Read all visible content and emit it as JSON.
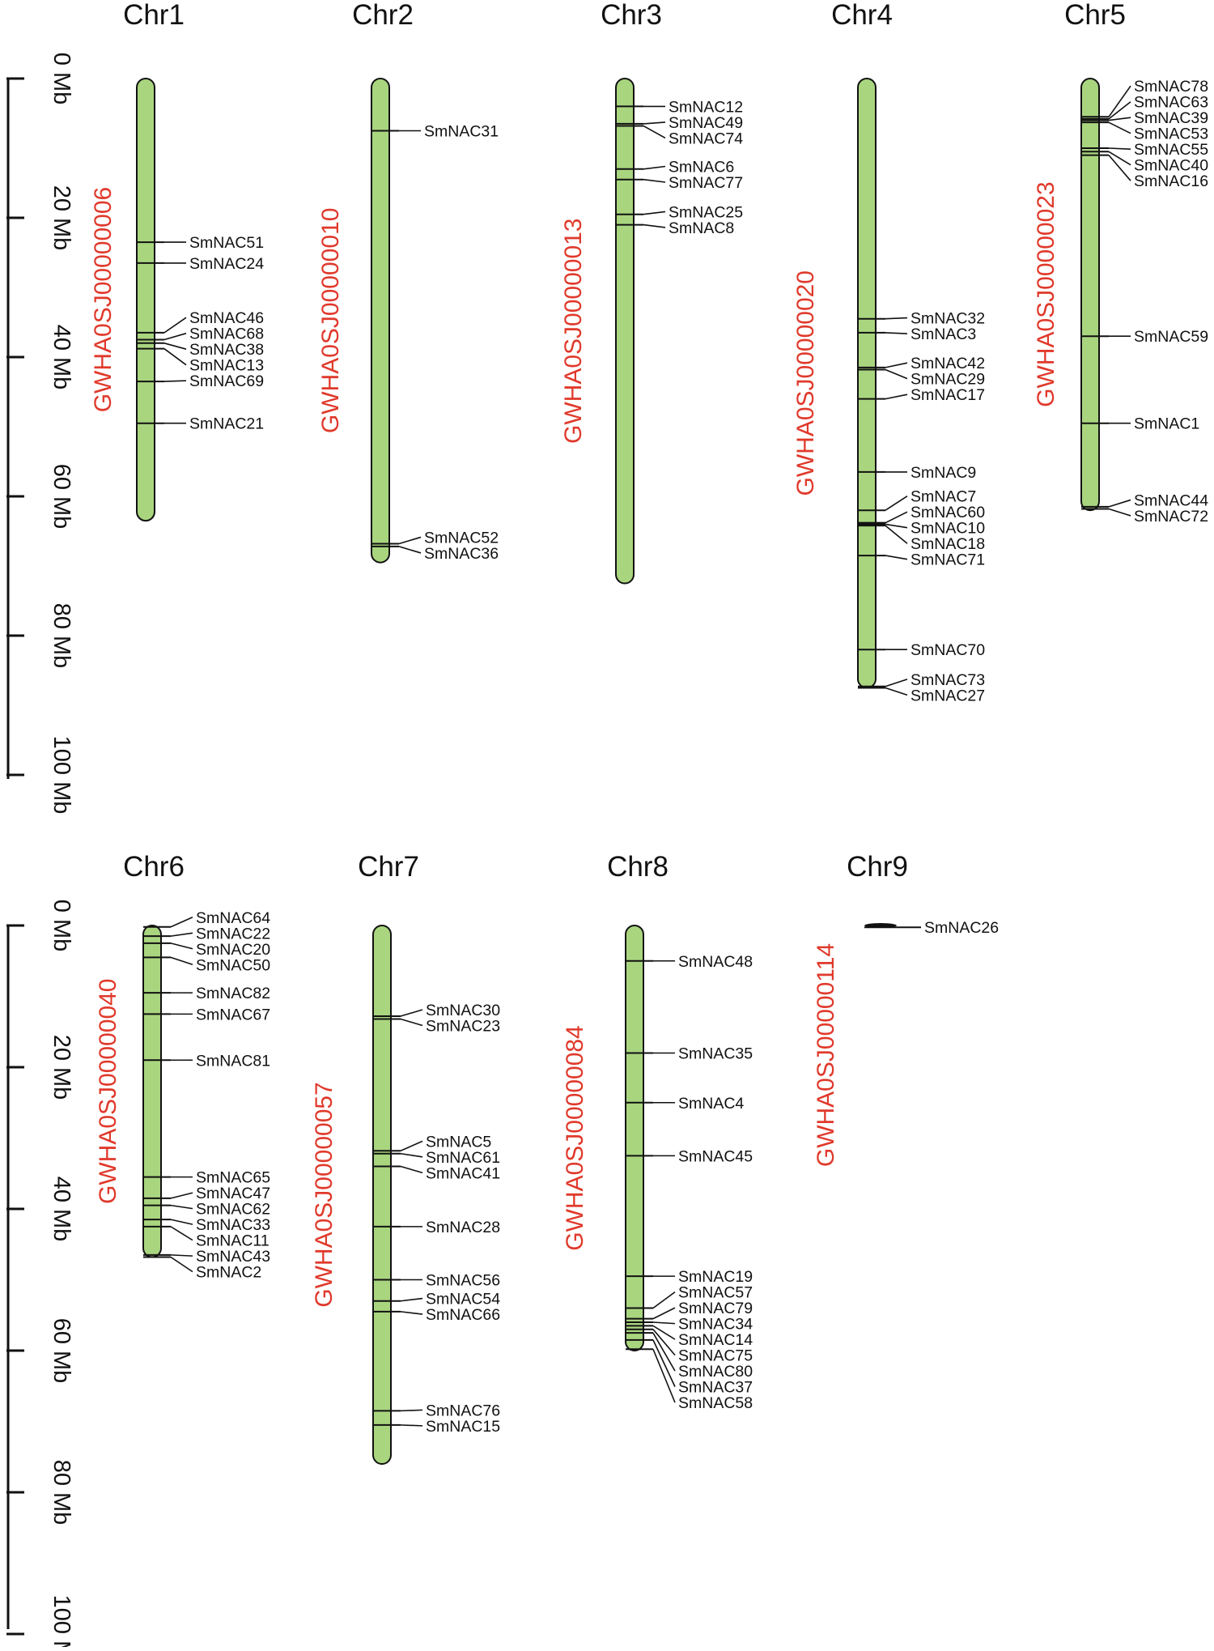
{
  "colors": {
    "chromosome_fill": "#a9d57f",
    "outline": "#111111",
    "scaffold_label": "#e0392b",
    "text": "#111111"
  },
  "scale": {
    "unit": "Mb",
    "ticks": [
      {
        "value": 0,
        "label": "0 Mb"
      },
      {
        "value": 20,
        "label": "20 Mb"
      },
      {
        "value": 40,
        "label": "40 Mb"
      },
      {
        "value": 60,
        "label": "60 Mb"
      },
      {
        "value": 80,
        "label": "80 Mb"
      },
      {
        "value": 100,
        "label": "100 Mb"
      }
    ]
  },
  "chromosomes": [
    {
      "name": "Chr1",
      "scaffold": "GWHA0SJ00000006",
      "length_mb": 63.5,
      "genes": [
        {
          "name": "SmNAC51",
          "pos": 23.5
        },
        {
          "name": "SmNAC24",
          "pos": 26.5
        },
        {
          "name": "SmNAC46",
          "pos": 36.5
        },
        {
          "name": "SmNAC68",
          "pos": 37.5
        },
        {
          "name": "SmNAC38",
          "pos": 38.0
        },
        {
          "name": "SmNAC13",
          "pos": 38.8
        },
        {
          "name": "SmNAC69",
          "pos": 43.5
        },
        {
          "name": "SmNAC21",
          "pos": 49.5
        }
      ]
    },
    {
      "name": "Chr2",
      "scaffold": "GWHA0SJ00000010",
      "length_mb": 69.5,
      "genes": [
        {
          "name": "SmNAC31",
          "pos": 7.5
        },
        {
          "name": "SmNAC52",
          "pos": 66.8
        },
        {
          "name": "SmNAC36",
          "pos": 67.2
        }
      ]
    },
    {
      "name": "Chr3",
      "scaffold": "GWHA0SJ00000013",
      "length_mb": 72.5,
      "genes": [
        {
          "name": "SmNAC12",
          "pos": 4.0
        },
        {
          "name": "SmNAC49",
          "pos": 6.5
        },
        {
          "name": "SmNAC74",
          "pos": 6.8
        },
        {
          "name": "SmNAC6",
          "pos": 13.0
        },
        {
          "name": "SmNAC77",
          "pos": 14.5
        },
        {
          "name": "SmNAC25",
          "pos": 19.5
        },
        {
          "name": "SmNAC8",
          "pos": 21.0
        }
      ]
    },
    {
      "name": "Chr4",
      "scaffold": "GWHA0SJ00000020",
      "length_mb": 87.5,
      "genes": [
        {
          "name": "SmNAC32",
          "pos": 34.5
        },
        {
          "name": "SmNAC3",
          "pos": 36.5
        },
        {
          "name": "SmNAC42",
          "pos": 41.5
        },
        {
          "name": "SmNAC29",
          "pos": 41.8
        },
        {
          "name": "SmNAC17",
          "pos": 46.0
        },
        {
          "name": "SmNAC9",
          "pos": 56.5
        },
        {
          "name": "SmNAC7",
          "pos": 62.0
        },
        {
          "name": "SmNAC60",
          "pos": 63.8
        },
        {
          "name": "SmNAC10",
          "pos": 64.0
        },
        {
          "name": "SmNAC18",
          "pos": 64.2
        },
        {
          "name": "SmNAC71",
          "pos": 68.5
        },
        {
          "name": "SmNAC70",
          "pos": 82.0
        },
        {
          "name": "SmNAC73",
          "pos": 87.3
        },
        {
          "name": "SmNAC27",
          "pos": 87.5
        }
      ]
    },
    {
      "name": "Chr5",
      "scaffold": "GWHA0SJ00000023",
      "length_mb": 62.0,
      "genes": [
        {
          "name": "SmNAC78",
          "pos": 5.5
        },
        {
          "name": "SmNAC63",
          "pos": 5.8
        },
        {
          "name": "SmNAC39",
          "pos": 6.0
        },
        {
          "name": "SmNAC53",
          "pos": 6.3
        },
        {
          "name": "SmNAC55",
          "pos": 10.0
        },
        {
          "name": "SmNAC40",
          "pos": 10.5
        },
        {
          "name": "SmNAC16",
          "pos": 11.0
        },
        {
          "name": "SmNAC59",
          "pos": 37.0
        },
        {
          "name": "SmNAC1",
          "pos": 49.5
        },
        {
          "name": "SmNAC44",
          "pos": 61.5
        },
        {
          "name": "SmNAC72",
          "pos": 61.8
        }
      ]
    },
    {
      "name": "Chr6",
      "scaffold": "GWHA0SJ00000040",
      "length_mb": 46.8,
      "genes": [
        {
          "name": "SmNAC64",
          "pos": 0.2
        },
        {
          "name": "SmNAC22",
          "pos": 1.5
        },
        {
          "name": "SmNAC20",
          "pos": 2.5
        },
        {
          "name": "SmNAC50",
          "pos": 4.5
        },
        {
          "name": "SmNAC82",
          "pos": 9.5
        },
        {
          "name": "SmNAC67",
          "pos": 12.5
        },
        {
          "name": "SmNAC81",
          "pos": 19.0
        },
        {
          "name": "SmNAC65",
          "pos": 35.5
        },
        {
          "name": "SmNAC47",
          "pos": 38.5
        },
        {
          "name": "SmNAC62",
          "pos": 39.5
        },
        {
          "name": "SmNAC33",
          "pos": 41.5
        },
        {
          "name": "SmNAC11",
          "pos": 42.5
        },
        {
          "name": "SmNAC43",
          "pos": 46.5
        },
        {
          "name": "SmNAC2",
          "pos": 46.8
        }
      ]
    },
    {
      "name": "Chr7",
      "scaffold": "GWHA0SJ00000057",
      "length_mb": 76.0,
      "genes": [
        {
          "name": "SmNAC30",
          "pos": 12.8
        },
        {
          "name": "SmNAC23",
          "pos": 13.2
        },
        {
          "name": "SmNAC5",
          "pos": 31.8
        },
        {
          "name": "SmNAC61",
          "pos": 32.2
        },
        {
          "name": "SmNAC41",
          "pos": 34.0
        },
        {
          "name": "SmNAC28",
          "pos": 42.5
        },
        {
          "name": "SmNAC56",
          "pos": 50.0
        },
        {
          "name": "SmNAC54",
          "pos": 53.0
        },
        {
          "name": "SmNAC66",
          "pos": 54.5
        },
        {
          "name": "SmNAC76",
          "pos": 68.5
        },
        {
          "name": "SmNAC15",
          "pos": 70.5
        }
      ]
    },
    {
      "name": "Chr8",
      "scaffold": "GWHA0SJ00000084",
      "length_mb": 60.0,
      "genes": [
        {
          "name": "SmNAC48",
          "pos": 5.0
        },
        {
          "name": "SmNAC35",
          "pos": 18.0
        },
        {
          "name": "SmNAC4",
          "pos": 25.0
        },
        {
          "name": "SmNAC45",
          "pos": 32.5
        },
        {
          "name": "SmNAC19",
          "pos": 49.5
        },
        {
          "name": "SmNAC57",
          "pos": 54.0
        },
        {
          "name": "SmNAC79",
          "pos": 55.5
        },
        {
          "name": "SmNAC34",
          "pos": 56.0
        },
        {
          "name": "SmNAC14",
          "pos": 56.5
        },
        {
          "name": "SmNAC75",
          "pos": 57.0
        },
        {
          "name": "SmNAC80",
          "pos": 57.5
        },
        {
          "name": "SmNAC37",
          "pos": 58.5
        },
        {
          "name": "SmNAC58",
          "pos": 59.8
        }
      ]
    },
    {
      "name": "Chr9",
      "scaffold": "GWHA0SJ00000114",
      "length_mb": 0.5,
      "genes": [
        {
          "name": "SmNAC26",
          "pos": 0.25
        }
      ]
    }
  ]
}
